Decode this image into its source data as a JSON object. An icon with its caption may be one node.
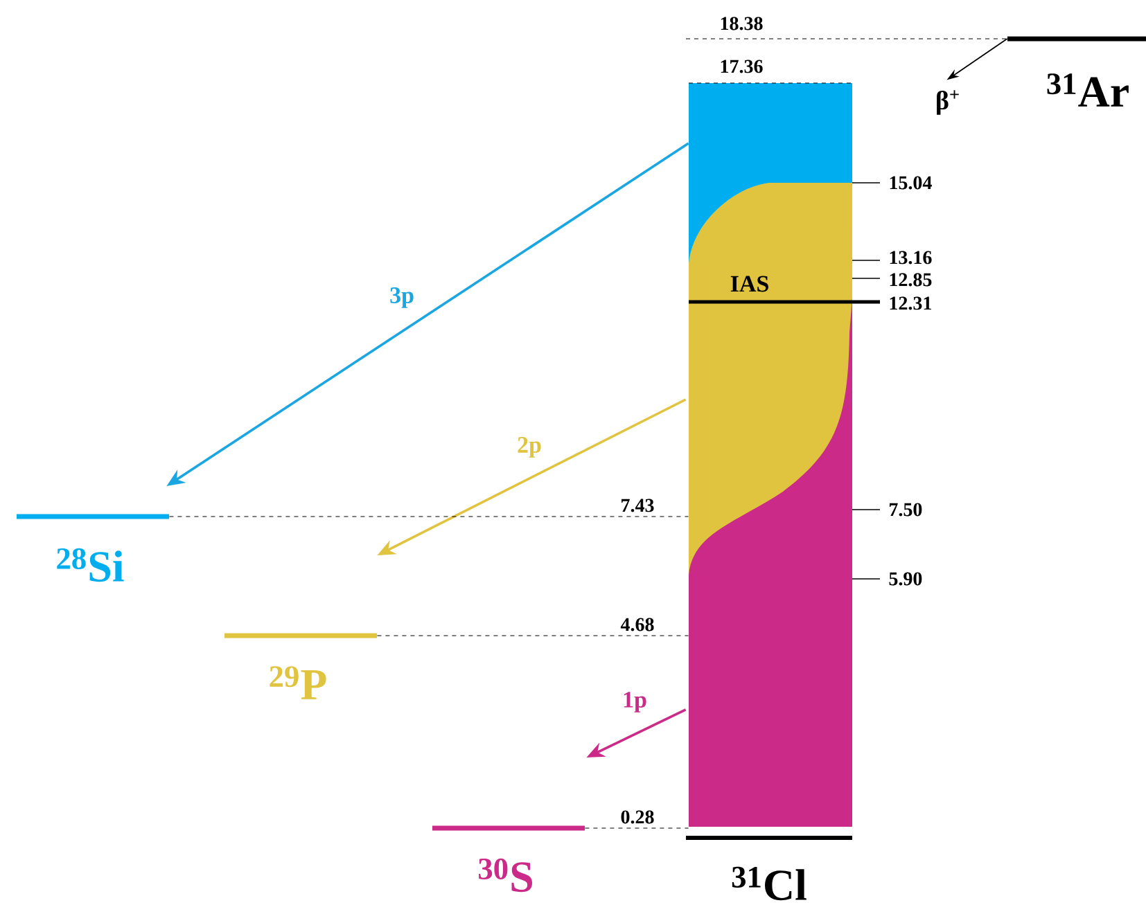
{
  "diagram": {
    "nodes": [
      {
        "text": [
          "$^{31}$Ar"
        ]
      },
      {
        "text": [
          "$^{31}$Cl"
        ]
      },
      {
        "text": [
          "$^{28}$Si"
        ]
      },
      {
        "text": [
          "$^{29}$P"
        ]
      },
      {
        "text": [
          "$^{30}$S"
        ]
      }
    ],
    "edges": [
      {
        "from": 0,
        "to": null,
        "arrow": "to",
        "label": "β$^{+}$"
      },
      {
        "from": 1,
        "to": 2,
        "arrow": "to",
        "label": "3p",
        "color": "#1aa6e0"
      },
      {
        "from": 1,
        "to": 3,
        "arrow": "to",
        "label": "2p",
        "color": "#e0c440"
      },
      {
        "from": 1,
        "to": 4,
        "arrow": "to",
        "label": "1p",
        "color": "#cc2a88"
      },
      {
        "from": 2,
        "to": 1,
        "arrow": "none",
        "style": "dashed"
      },
      {
        "from": 3,
        "to": 1,
        "arrow": "none",
        "style": "dashed"
      },
      {
        "from": 4,
        "to": 1,
        "arrow": "none",
        "style": "dashed"
      }
    ],
    "labels": [
      "18.38",
      "17.36",
      "15.04",
      "13.16",
      "12.85",
      "IAS",
      "12.31",
      "7.43",
      "7.50",
      "5.90",
      "4.68",
      "0.28"
    ]
  }
}
